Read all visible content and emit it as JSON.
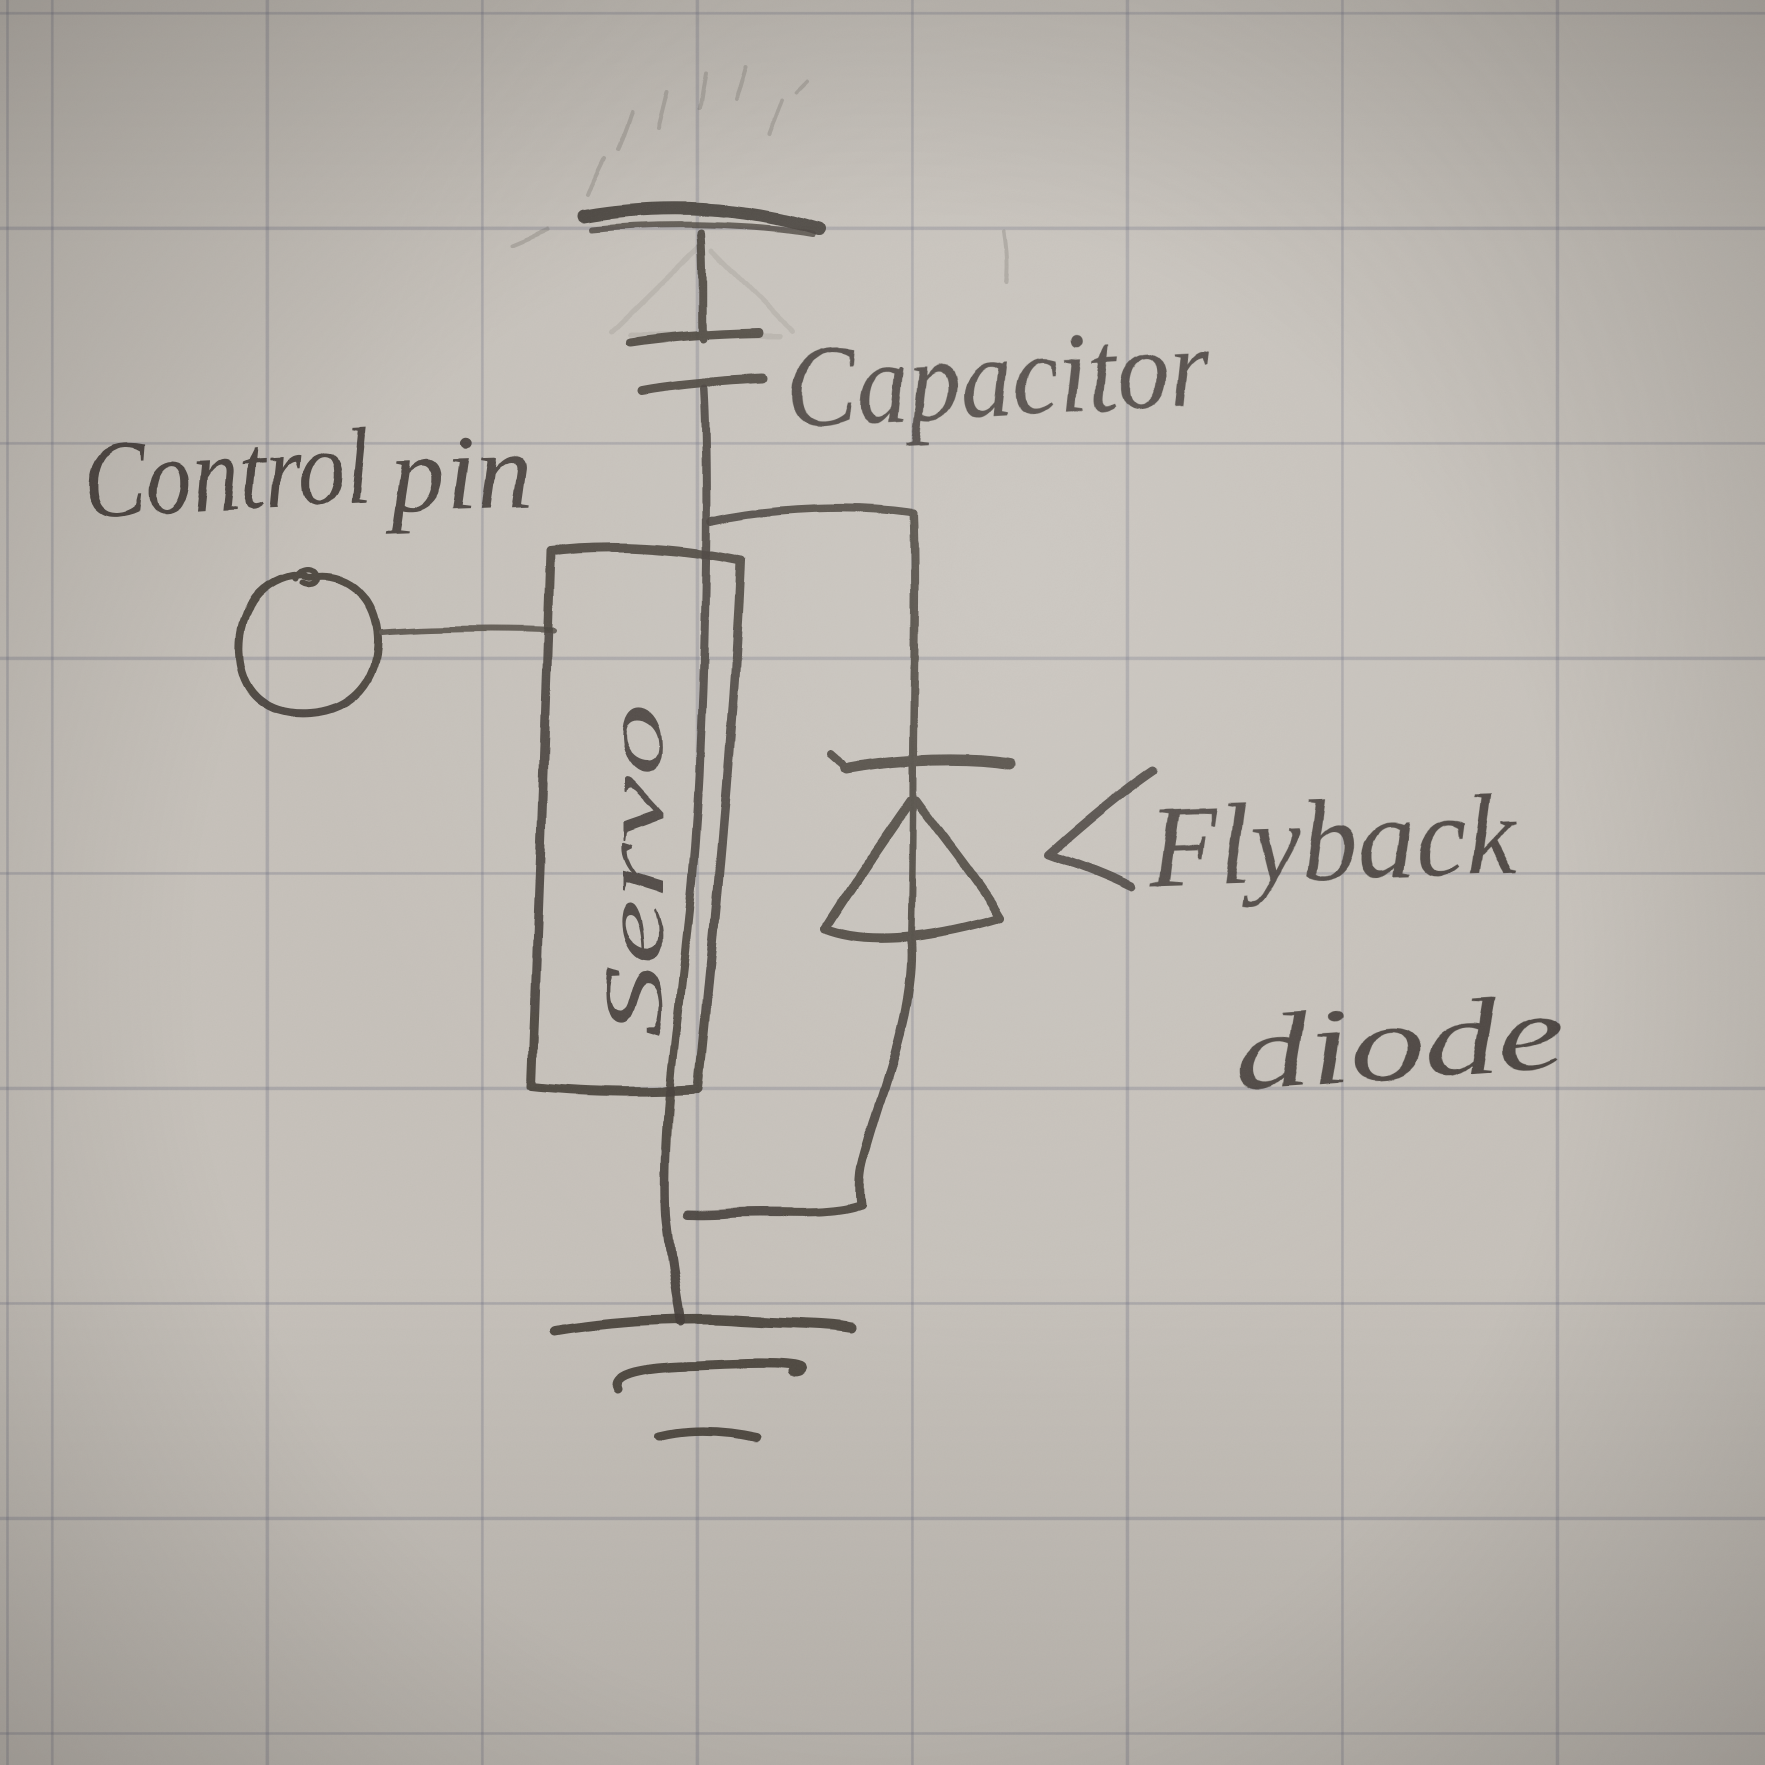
{
  "page": {
    "paper_color": "#c6c1ba",
    "grid_color": "#686a7f",
    "pencil_color": "#453f39"
  },
  "labels": {
    "control": "Control",
    "pin": "pin",
    "capacitor": "Capacitor",
    "flyback": "Flyback",
    "diode": "diode",
    "servo": "Servo"
  },
  "symbols": [
    {
      "name": "power-rail",
      "kind": "thick supply rail line at top"
    },
    {
      "name": "capacitor-symbol",
      "kind": "two parallel plate lines in series with supply wire",
      "label": "Capacitor"
    },
    {
      "name": "control-pin-terminal",
      "kind": "open circle terminal wired to servo box",
      "label": "Control pin"
    },
    {
      "name": "servo-box",
      "kind": "tall rectangle with rotated text",
      "label": "Servo"
    },
    {
      "name": "flyback-diode-symbol",
      "kind": "diode triangle with cathode bar, in parallel with servo",
      "label": "Flyback diode"
    },
    {
      "name": "arrow-icon",
      "kind": "less-than pointer from label toward diode"
    },
    {
      "name": "ground-symbol",
      "kind": "three stacked horizontal lines of decreasing width"
    }
  ]
}
